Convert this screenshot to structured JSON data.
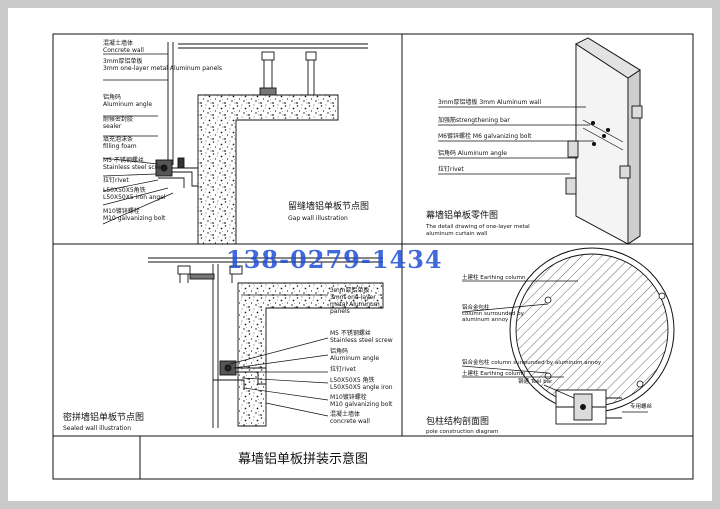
{
  "sheet": {
    "title": "幕墙铝单板拼装示意图",
    "watermark": "138-0279-1434",
    "watermark_color": "#1e4fd6",
    "line_color": "#111111"
  },
  "panel_gap": {
    "title_cn": "留缝墙铝单板节点图",
    "title_en": "Gap wall illustration",
    "labels": [
      {
        "cn": "混凝土墙体",
        "en": "Concrete wall"
      },
      {
        "cn": "3mm厚铝单板",
        "en": "3mm one-layer metal Aluminum panels"
      },
      {
        "cn": "铝角码",
        "en": "Aluminum angle"
      },
      {
        "cn": "耐候密封胶",
        "en": "sealer"
      },
      {
        "cn": "填充泡沫条",
        "en": "filling foam"
      },
      {
        "cn": "M5 不锈钢螺丝",
        "en": "Stainless steel screw"
      },
      {
        "cn": "拉钉rivet",
        "en": ""
      },
      {
        "cn": "L50X50X5角铁",
        "en": "L50X50X5 iron angel"
      },
      {
        "cn": "M10镀锌螺栓",
        "en": "M10 galvanizing bolt"
      }
    ]
  },
  "panel_parts": {
    "title_cn": "幕墙铝单板零件图",
    "title_en": "The detail drawing of one-layer metal aluminum curtain wall",
    "labels": [
      "3mm厚铝墙板   3mm Aluminum wall",
      "加强筋strengthening bar",
      "M6镀锌螺栓   M6 galvanizing bolt",
      "铝角码 Aluminum angle",
      "拉钉rivet"
    ]
  },
  "panel_sealed": {
    "title_cn": "密拼墙铝单板节点图",
    "title_en": "Sealed wall illustration",
    "labels": [
      {
        "cn": "3mm厚铝单板",
        "en": "3mm one-layer metal Aluminum panels"
      },
      {
        "cn": "M5 不锈钢螺丝",
        "en": "Stainless steel screw"
      },
      {
        "cn": "铝角码",
        "en": "Aluminum angle"
      },
      {
        "cn": "拉钉rivet",
        "en": ""
      },
      {
        "cn": "L50X50X5 角铁",
        "en": "L50X50X5 angle iron"
      },
      {
        "cn": "M10镀锌螺栓",
        "en": "M10 galvanizing bolt"
      },
      {
        "cn": "混凝土墙体",
        "en": "concrete wall"
      }
    ]
  },
  "panel_pole": {
    "title_cn": "包柱结构剖面图",
    "title_en": "pole construction diagram",
    "labels": [
      "土建柱  Earthing column",
      "铝合金包柱 column surrounded by aluminum annoy",
      "铝合金包柱 column surrounded by aluminum annoy",
      "土建柱 Earthing column",
      "钢通 Teel bar",
      "专用螺丝"
    ]
  }
}
